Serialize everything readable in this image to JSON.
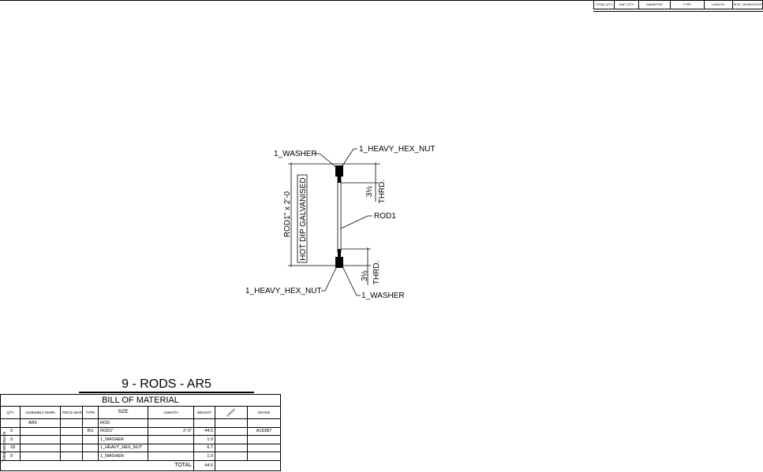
{
  "header_table": {
    "columns": [
      "TOTAL QTY.",
      "UNIT QTY.",
      "DIAMETER",
      "TYPE",
      "LENGTH",
      "SITE / WORKSHOP"
    ]
  },
  "drawing": {
    "labels": {
      "washer_top": "1_WASHER",
      "nut_top": "1_HEAVY_HEX_NUT",
      "rod": "ROD1",
      "nut_bottom": "1_HEAVY_HEX_NUT",
      "washer_bottom": "1_WASHER"
    },
    "overall_dim": "ROD1\" x 2'-0",
    "finish_note": "HOT DIP GALVANISED",
    "thread_top": {
      "value": "3½",
      "label": "THRD."
    },
    "thread_bottom": {
      "value": "3½",
      "label": "THRD."
    }
  },
  "bom": {
    "heading": "9 - RODS - AR5",
    "title": "BILL OF MATERIAL",
    "columns": [
      "QTY",
      "ASSEMBLY MARK",
      "PIECE MARK",
      "TYPE",
      "SIZE",
      "LENGTH",
      "WEIGHT",
      "FINISH",
      "GRADE"
    ],
    "rows": [
      [
        "",
        "AR5",
        "",
        "",
        "ROD",
        "",
        "",
        "",
        ""
      ],
      [
        "9",
        "",
        "",
        "RU",
        "ROD1\"",
        "2'-0\"",
        "44.5",
        "",
        "A193B7"
      ],
      [
        "9",
        "",
        "",
        "",
        "1_WASHER",
        "",
        "1.0",
        "",
        ""
      ],
      [
        "18",
        "",
        "",
        "",
        "1_HEAVY_HEX_NUT",
        "",
        "6.7",
        "",
        ""
      ],
      [
        "9",
        "",
        "",
        "",
        "1_WASHER",
        "",
        "1.0",
        "",
        ""
      ]
    ],
    "total_label": "TOTAL",
    "total_value": "44.5",
    "side_text": "Tekla structures"
  }
}
